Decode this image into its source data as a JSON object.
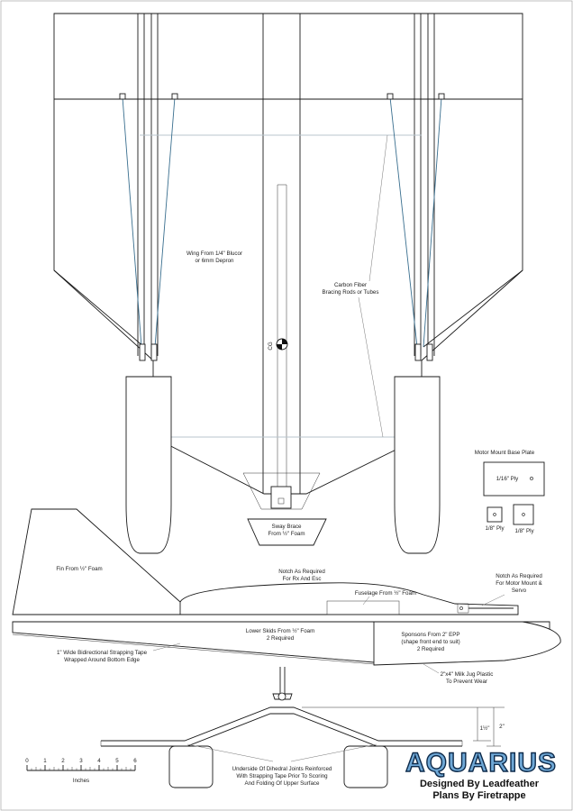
{
  "labels": {
    "wing": [
      "Wing From 1/4\" Blucor",
      "or 6mm Depron"
    ],
    "carbon": [
      "Carbon Fiber",
      "Bracing Rods or Tubes"
    ],
    "cg": "CG",
    "sway_brace": [
      "Sway Brace",
      "From ½\" Foam"
    ],
    "motor_mount_title": "Motor Mount Base Plate",
    "ply_1_16": "1/16\" Ply",
    "ply_1_8a": "1/8\" Ply",
    "ply_1_8b": "1/8\" Ply",
    "fin": "Fin From ½\" Foam",
    "notch_rx": [
      "Notch As Required",
      "For Rx And Esc"
    ],
    "notch_motor": [
      "Notch As Required",
      "For Motor Mount &",
      "Servo"
    ],
    "fuselage": "Fuselage From ½\" Foam",
    "skids": [
      "Lower Skids From ½\" Foam",
      "2 Required"
    ],
    "sponsons": [
      "Sponsons From 2\" EPP",
      "(shape front end to suit)",
      "2 Required"
    ],
    "strapping": [
      "1\" Wide Bidirectional Strapping Tape",
      "Wrapped Around Bottom Edge"
    ],
    "milk_jug": [
      "2\"x4\" Milk Jug Plastic",
      "To Prevent Wear"
    ],
    "underside": [
      "Underside Of Dihedral Joints Reinforced",
      "With Strapping Tape Prior To Scoring",
      "And Folding Of Upper Surface"
    ],
    "dim_1_5": "1½\"",
    "dim_2": "2\""
  },
  "scale": {
    "ticks": [
      "0",
      "1",
      "2",
      "3",
      "4",
      "5",
      "6"
    ],
    "unit": "Inches"
  },
  "title_block": {
    "name": "AQUARIUS",
    "designed_by": "Designed By Leadfeather",
    "plans_by": "Plans By Firetrappe"
  },
  "colors": {
    "line": "#1a1a1a",
    "brace": "#3a6f8f",
    "title_fill": "#6fa8d6",
    "title_stroke": "#0d2a4a"
  }
}
